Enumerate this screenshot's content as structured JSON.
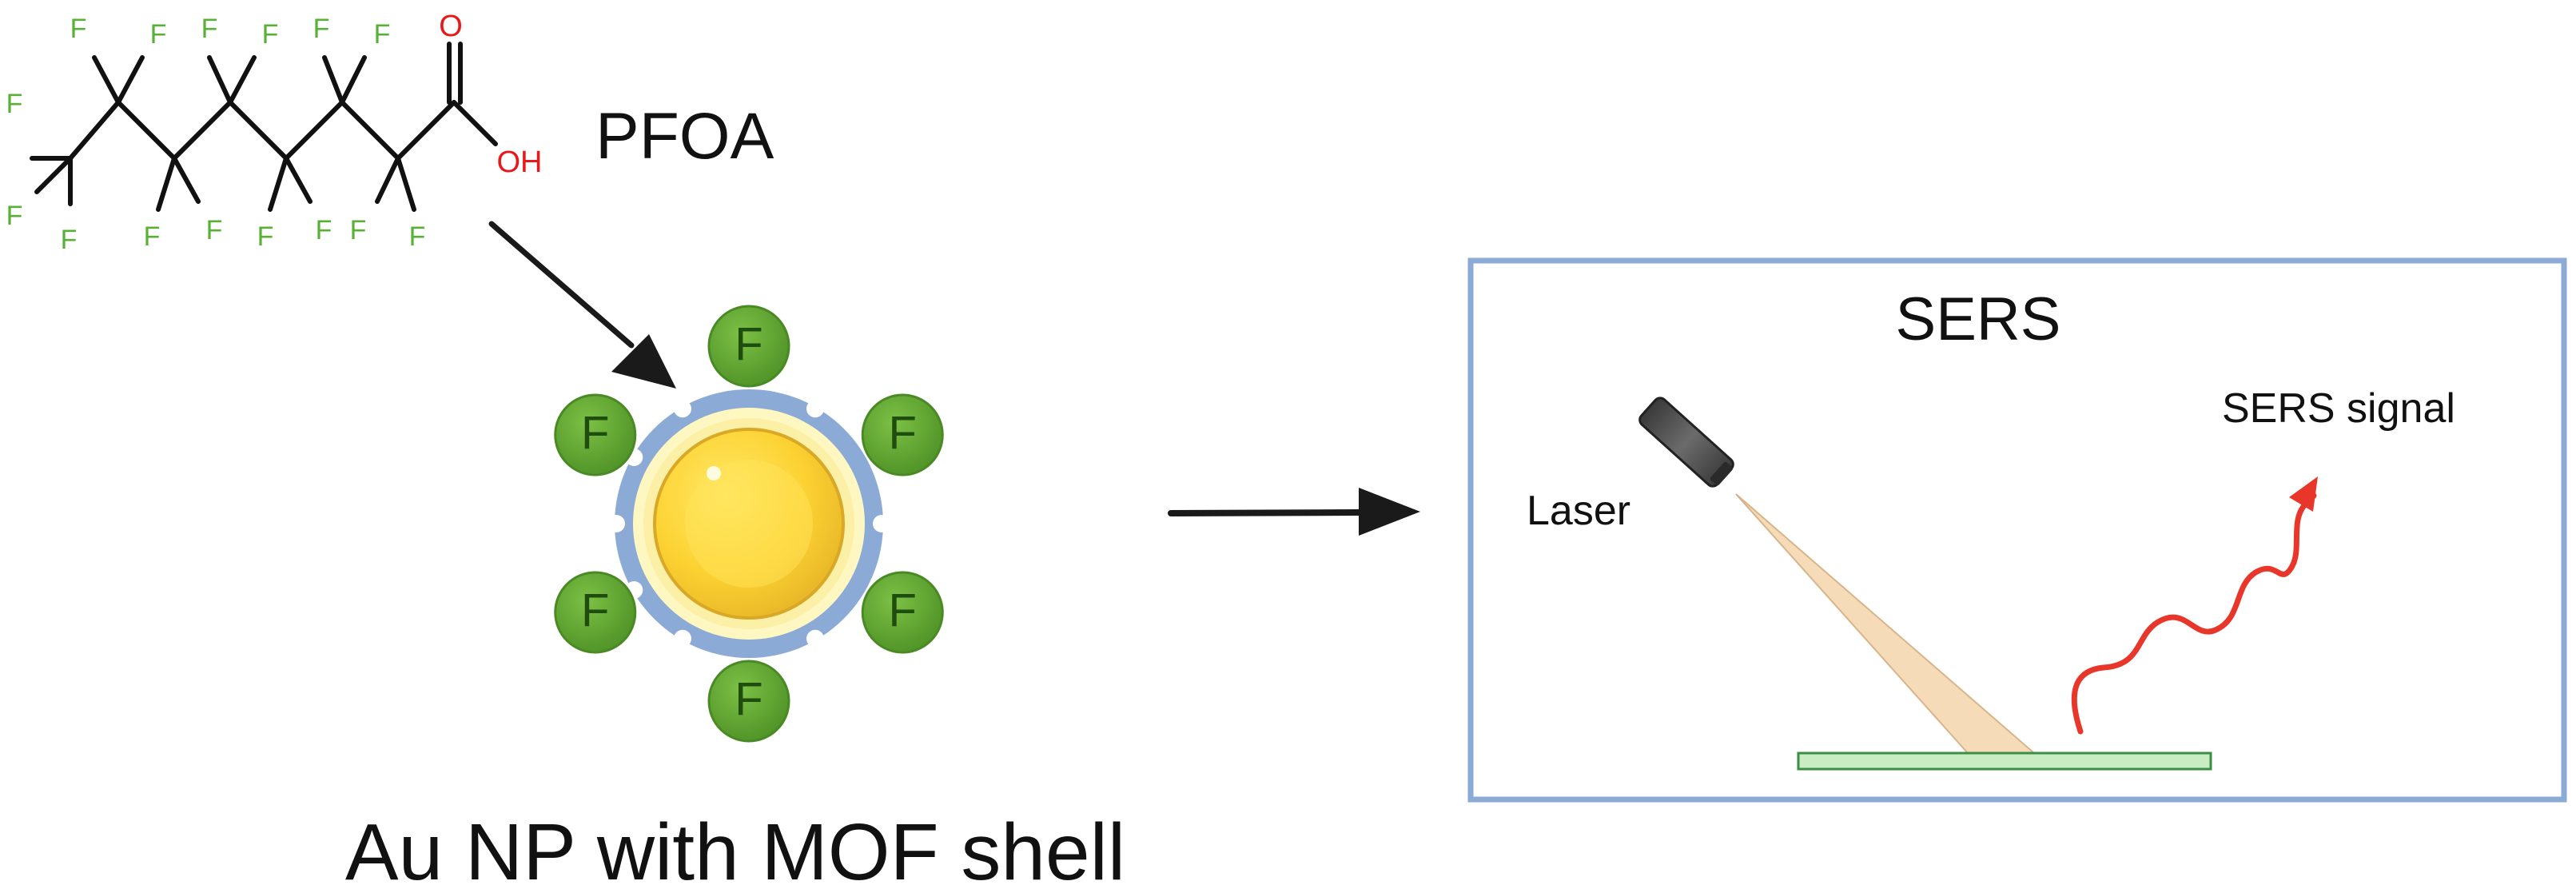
{
  "molecule": {
    "name": "PFOA",
    "fluorine_symbol": "F",
    "oxygen_symbol": "O",
    "hydroxyl_symbol": "OH",
    "fluorine_color": "#58b036",
    "oxygen_color": "#e8181b",
    "bond_color": "#111111"
  },
  "nanoparticle": {
    "label": "Au NP with MOF shell",
    "site_symbol": "F",
    "core_color": "#fcd232",
    "inner_shell_color": "#fff7c2",
    "mof_shell_color": "#8caad6",
    "site_color": "#69ad34",
    "site_text_color": "#1e4d0e"
  },
  "sers_panel": {
    "title": "SERS",
    "laser_label": "Laser",
    "signal_label": "SERS signal",
    "border_color": "#8caad6",
    "substrate_color": "#c9ecc3",
    "signal_color": "#e8372a",
    "beam_color": "#f6dbb8"
  },
  "arrow_color": "#1a1a1a"
}
